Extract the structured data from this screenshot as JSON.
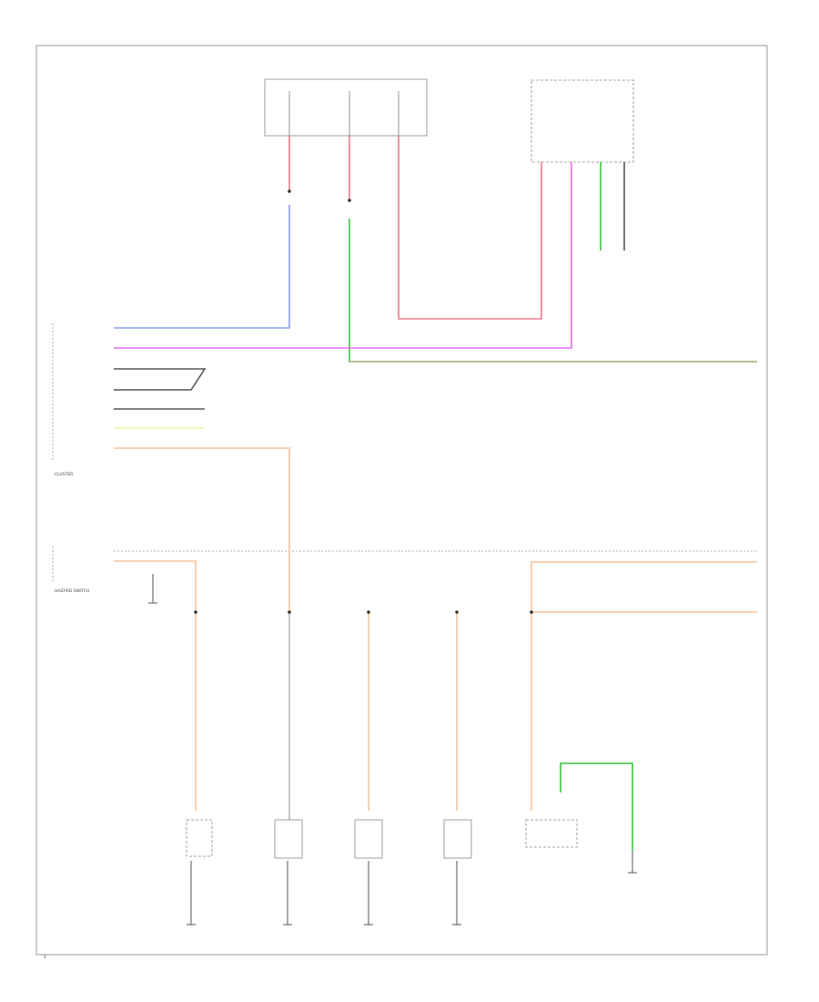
{
  "colors": {
    "red": "#f07a8c",
    "blue": "#8a9ff0",
    "green": "#3cc43c",
    "violet": "#e56ef0",
    "orange": "#f3c49b",
    "tan": "#c9b08a",
    "yellow": "#eef0a0",
    "dark": "#555555"
  },
  "labels": {
    "cluster": "CLUSTER",
    "hazard_switch": "HAZARD SWITCH",
    "page_num": "1"
  }
}
